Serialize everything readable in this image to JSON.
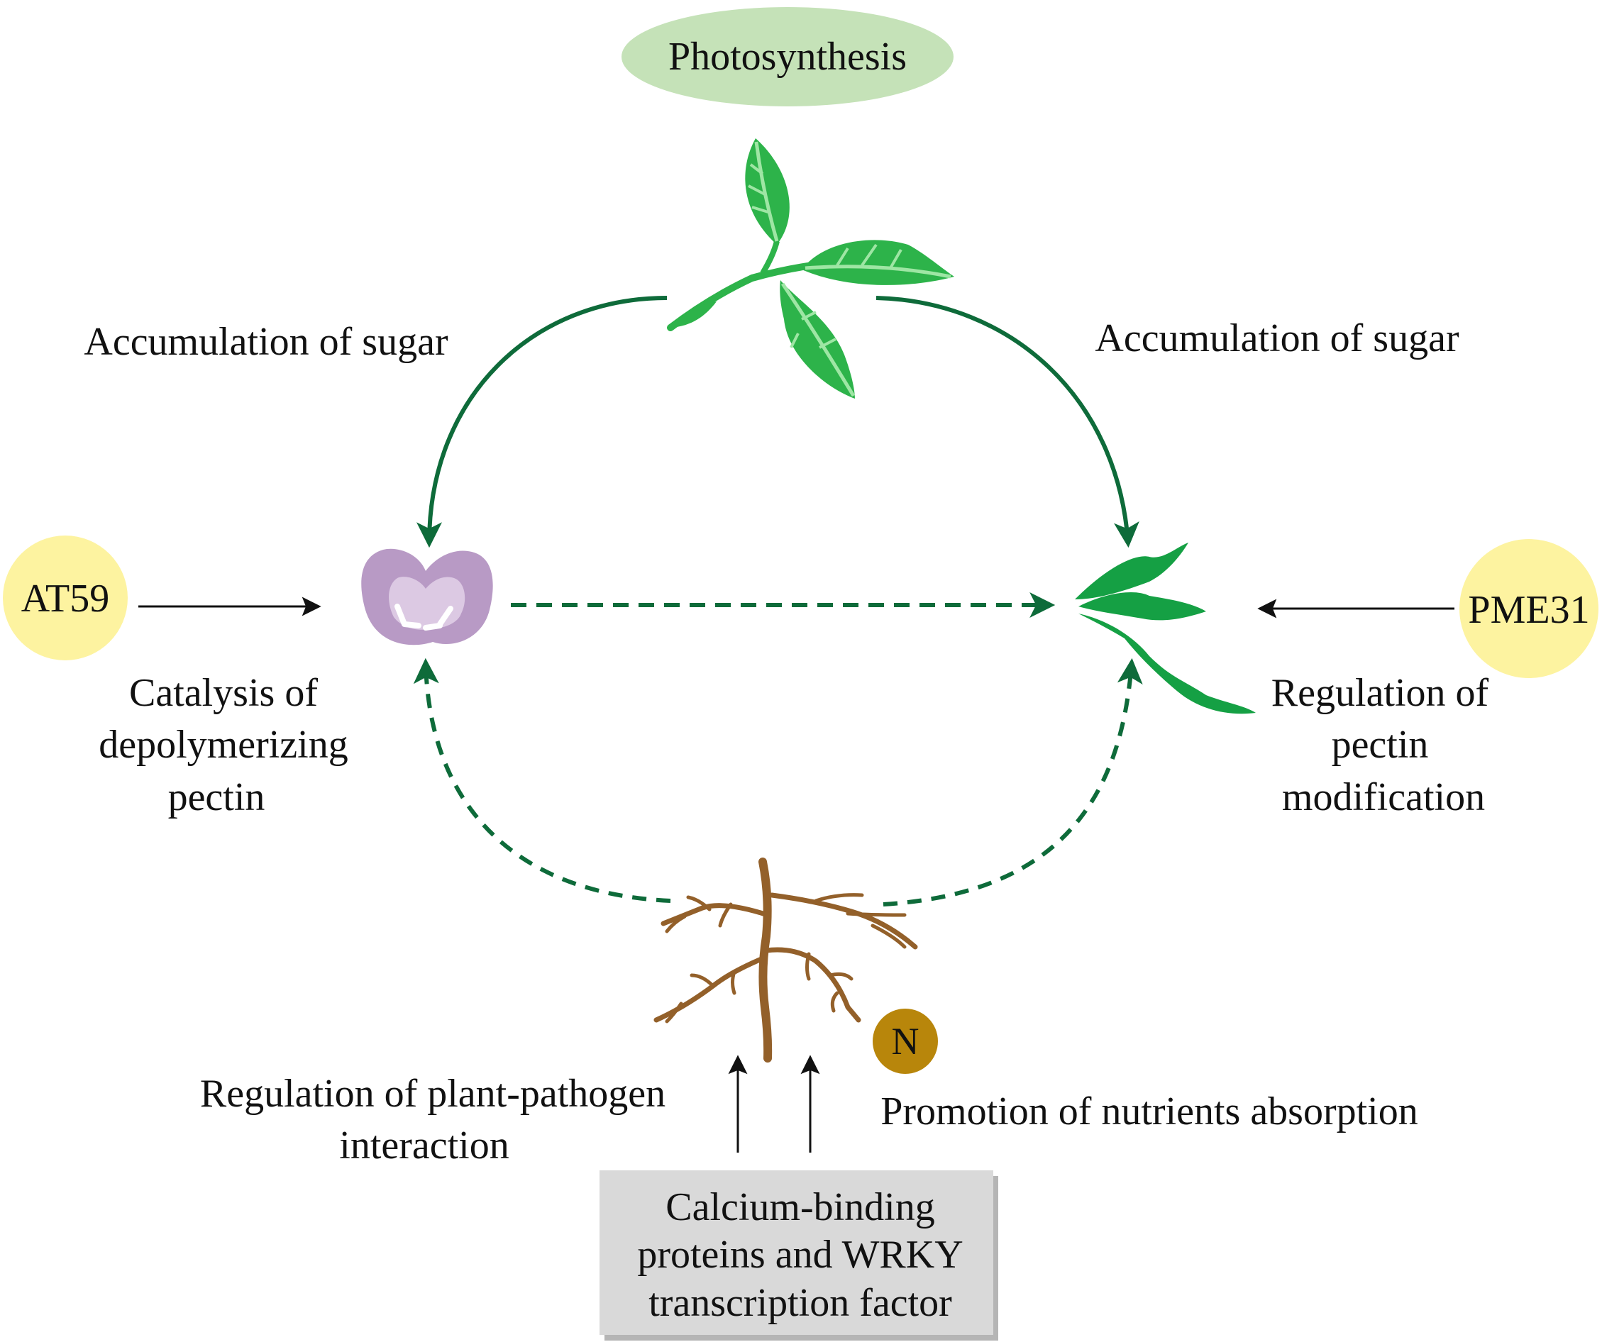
{
  "photosynthesis": "Photosynthesis",
  "sugar_left": "Accumulation of sugar",
  "sugar_right": "Accumulation of sugar",
  "at59": "AT59",
  "pme31": "PME31",
  "catalysis": [
    "Catalysis of",
    "depolymerizing",
    "pectin"
  ],
  "regulation_pectin": [
    "Regulation of",
    "pectin",
    "modification"
  ],
  "pathogen": [
    "Regulation of plant-pathogen",
    "interaction"
  ],
  "nutrients": "Promotion of nutrients absorption",
  "nitrogen": "N",
  "calcium_box": [
    "Calcium-binding",
    "proteins and WRKY",
    "transcription factor"
  ],
  "colors": {
    "photosynthesis_fill": "#c5e2b8",
    "gene_fill": "#fdf3a0",
    "arrow_green": "#0e6b3a",
    "leaf_green": "#2db34a",
    "leaf_vein": "#9ee6a4",
    "fruit_green": "#15a044",
    "seed_purple": "#b89ac5",
    "root_brown": "#93602a",
    "nitrogen_fill": "#b8860b",
    "box_fill": "#d9d9d9"
  }
}
